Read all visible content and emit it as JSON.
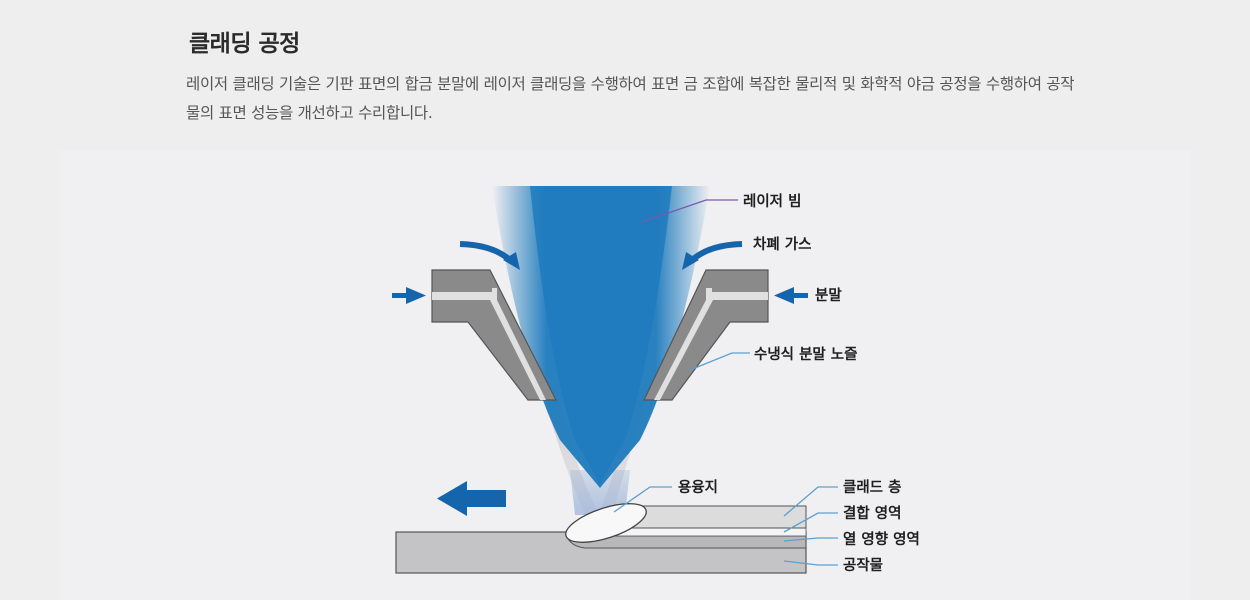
{
  "header": {
    "title": "클래딩 공정",
    "description": "레이저 클래딩 기술은 기판 표면의 합금 분말에 레이저 클래딩을 수행하여 표면 금 조합에 복잡한 물리적 및 화학적 야금 공정을 수행하여 공작물의 표면 성능을 개선하고 수리합니다."
  },
  "diagram": {
    "labels": {
      "laser_beam": "레이저 빔",
      "shielding_gas": "차폐 가스",
      "powder": "분말",
      "water_cooled_nozzle": "수냉식 분말 노즐",
      "melt_pool": "용융지",
      "clad_layer": "클래드 층",
      "bonding_zone": "결합 영역",
      "heat_affected_zone": "열 영향 영역",
      "workpiece": "공작물"
    },
    "colors": {
      "beam": "#1f7bbd",
      "arrow": "#1565ad",
      "nozzle": "#8a8a8a",
      "leader_line": "#5b9fd0",
      "workpiece": "#c4c4c6",
      "clad": "#dcdcdc"
    }
  }
}
